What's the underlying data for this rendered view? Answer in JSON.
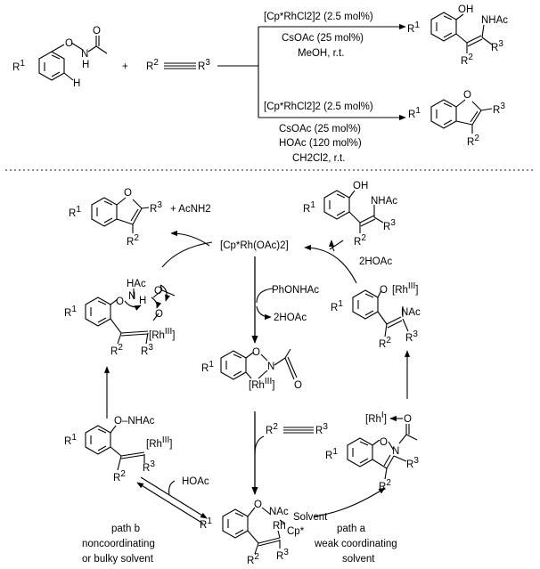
{
  "top": {
    "reactant1": {
      "r1": "R",
      "r1_sup": "1",
      "o": "O",
      "nh": "N",
      "h_on_n": "H",
      "h_ring": "H"
    },
    "plus": "+",
    "alkyne": {
      "r2": "R",
      "r2_sup": "2",
      "r3": "R",
      "r3_sup": "3"
    },
    "cond_a": {
      "catalyst": "[Cp*RhCl2]2 (2.5 mol%)",
      "base": "CsOAc (25 mol%)",
      "solvent": "MeOH, r.t."
    },
    "cond_b": {
      "catalyst": "[Cp*RhCl2]2 (2.5 mol%)",
      "base": "CsOAc (25 mol%)",
      "additive": "HOAc (120 mol%)",
      "solvent": "CH2Cl2, r.t."
    },
    "product_a": {
      "oh": "OH",
      "nhac": "NHAc",
      "r1": "R",
      "r1_sup": "1",
      "r2": "R",
      "r2_sup": "2",
      "r3": "R",
      "r3_sup": "3"
    },
    "product_b": {
      "o": "O",
      "r1": "R",
      "r1_sup": "1",
      "r2": "R",
      "r2_sup": "2",
      "r3": "R",
      "r3_sup": "3"
    }
  },
  "cycle": {
    "center_catalyst": "[Cp*Rh(OAc)2]",
    "benzofuran_product": {
      "o": "O",
      "r1": "R",
      "r1_sup": "1",
      "r2": "R",
      "r2_sup": "2",
      "r3": "R",
      "r3_sup": "3",
      "byproduct": "+ AcNH2"
    },
    "olefin_product": {
      "oh": "OH",
      "nhac": "NHAc",
      "r1": "R",
      "r1_sup": "1",
      "r2": "R",
      "r2_sup": "2",
      "r3": "R",
      "r3_sup": "3"
    },
    "two_hoac_right": "2HOAc",
    "substrate_in": "PhONHAc",
    "two_hoac_left": "2HOAc",
    "rhodacycle": {
      "r1": "R",
      "r1_sup": "1",
      "o": "O",
      "n": "N",
      "rh": "[Rh",
      "rh_sup": "III",
      "rh_close": "]",
      "carbonyl_o": "O"
    },
    "left_ts": {
      "hac": "HAc",
      "n": "N",
      "h": "H",
      "o": "O",
      "o2": "O",
      "r1": "R",
      "r1_sup": "1",
      "rh": "[Rh",
      "rh_sup": "III",
      "rh_close": "]",
      "r2": "R",
      "r2_sup": "2",
      "r3": "R",
      "r3_sup": "3"
    },
    "right_int": {
      "o": "O",
      "rh": "[Rh",
      "rh_sup": "III",
      "rh_close": "]",
      "r1": "R",
      "r1_sup": "1",
      "n": "N",
      "ac": "Ac",
      "r2": "R",
      "r2_sup": "2",
      "r3": "R",
      "r3_sup": "3"
    },
    "lower_left_int": {
      "onhac": "O–NHAc",
      "r1": "R",
      "r1_sup": "1",
      "rh": "[Rh",
      "rh_sup": "III",
      "rh_close": "]",
      "r2": "R",
      "r2_sup": "2",
      "r3": "R",
      "r3_sup": "3"
    },
    "alkyne": {
      "r2": "R",
      "r2_sup": "2",
      "r3": "R",
      "r3_sup": "3"
    },
    "lower_right_int": {
      "rh": "[Rh",
      "rh_sup": "I",
      "rh_close": "]",
      "o": "O",
      "n": "N",
      "r1": "R",
      "r1_sup": "1",
      "o_ring": "O",
      "r2": "R",
      "r2_sup": "2",
      "r3": "R",
      "r3_sup": "3"
    },
    "hoac_bottom": "HOAc",
    "path_b": {
      "label": "path b",
      "line1": "noncoordinating",
      "line2": "or bulky solvent"
    },
    "path_a": {
      "label": "path a",
      "line1": "weak coordinating",
      "line2": "solvent"
    },
    "bottom_int": {
      "o": "O",
      "nac": "NAc",
      "solvent": "Solvent",
      "rh": "Rh",
      "cp": "Cp*",
      "r1": "R",
      "r1_sup": "1",
      "r2": "R",
      "r2_sup": "2",
      "r3": "R",
      "r3_sup": "3"
    }
  }
}
